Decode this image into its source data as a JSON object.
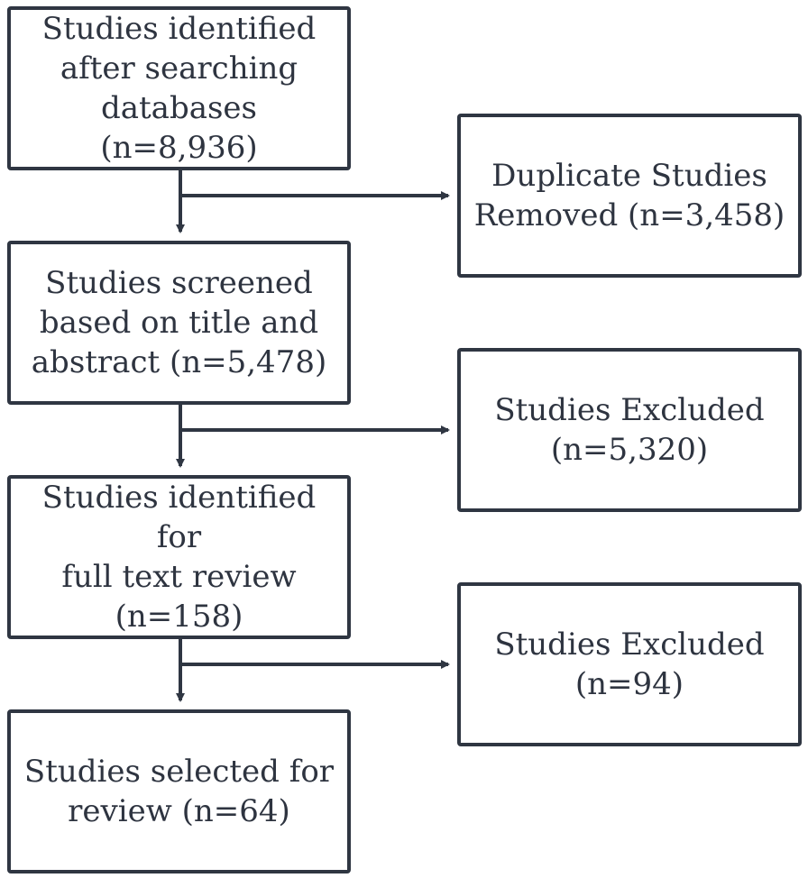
{
  "flow": {
    "step1": {
      "lines": [
        "Studies identified",
        "after searching",
        "databases (n=8,936)"
      ]
    },
    "step2": {
      "lines": [
        "Studies screened",
        "based on title and",
        "abstract (n=5,478)"
      ]
    },
    "step3": {
      "lines": [
        "Studies identified for",
        "full text review",
        "(n=158)"
      ]
    },
    "step4": {
      "lines": [
        "Studies selected for",
        "review (n=64)"
      ]
    }
  },
  "exclusions": {
    "excl1": {
      "lines": [
        "Duplicate Studies",
        "Removed (n=3,458)"
      ]
    },
    "excl2": {
      "lines": [
        "Studies Excluded",
        "(n=5,320)"
      ]
    },
    "excl3": {
      "lines": [
        "Studies Excluded",
        "(n=94)"
      ]
    }
  },
  "colors": {
    "stroke": "#2f3642",
    "text": "#2e3440",
    "background": "#ffffff"
  }
}
